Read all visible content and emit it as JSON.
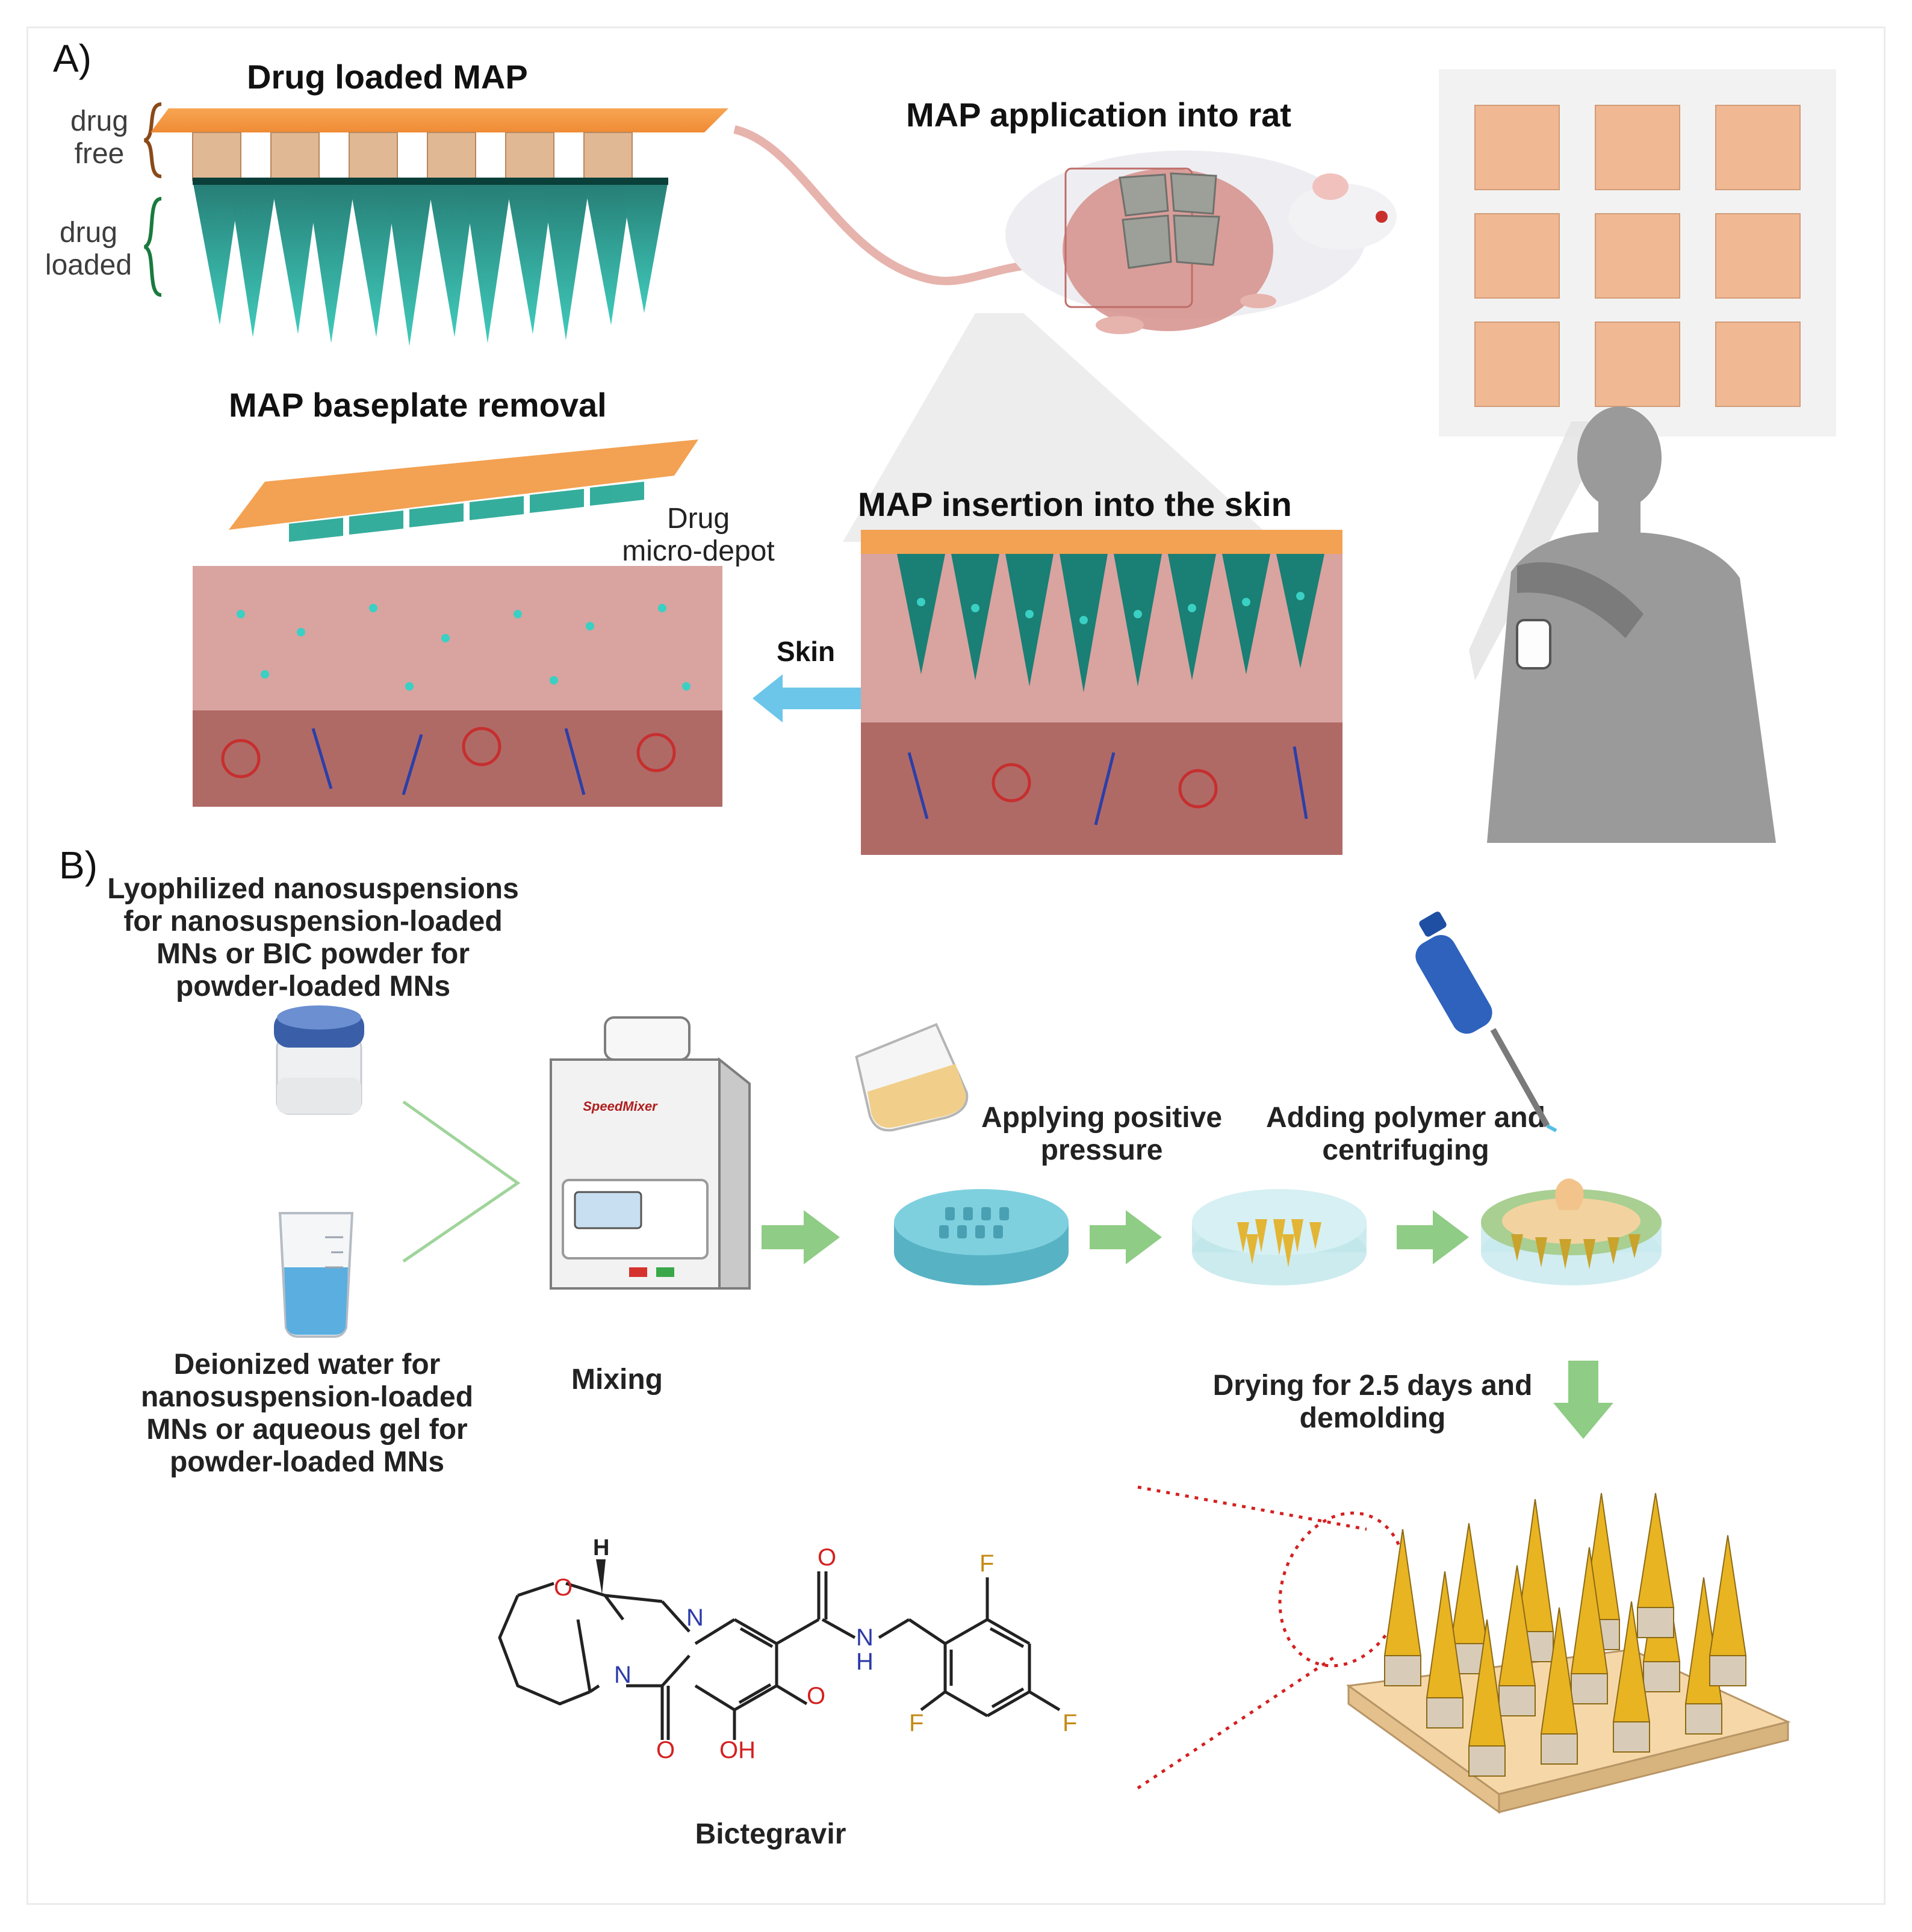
{
  "panel_a": {
    "label": "A)",
    "drug_loaded_map": "Drug loaded MAP",
    "drug_free_1": "drug",
    "drug_free_2": "free",
    "drug_loaded_1": "drug",
    "drug_loaded_2": "loaded",
    "map_application": "MAP application into rat",
    "baseplate_removal": "MAP baseplate removal",
    "insertion": "MAP insertion into the skin",
    "drug_depot_1": "Drug",
    "drug_depot_2": "micro-depot",
    "skin": "Skin"
  },
  "panel_b": {
    "label": "B)",
    "lyophilized": [
      "Lyophilized nanosuspensions",
      "for nanosuspension-loaded",
      "MNs or BIC powder for",
      "powder-loaded MNs"
    ],
    "deionized": [
      "Deionized water for",
      "nanosuspension-loaded",
      "MNs or aqueous gel for",
      "powder-loaded MNs"
    ],
    "mixing": "Mixing",
    "speedmixer": "SpeedMixer",
    "positive_pressure": [
      "Applying positive",
      "pressure"
    ],
    "adding_polymer": [
      "Adding polymer and",
      "centrifuging"
    ],
    "drying": [
      "Drying for 2.5 days and",
      "demolding"
    ],
    "bictegravir": "Bictegravir",
    "atoms": {
      "H": "H",
      "O": "O",
      "N": "N",
      "NH": "N",
      "Hsub": "H",
      "F": "F",
      "OH": "OH"
    }
  },
  "colors": {
    "baseplate": "#f4a35a",
    "needle": "#1fa398",
    "skin": "#d9a3a0",
    "arrow_green": "#8fcc85",
    "arrow_blue": "#6cc6ea",
    "mn_gold": "#e9b422",
    "mold_blue": "#6cc6d6"
  }
}
